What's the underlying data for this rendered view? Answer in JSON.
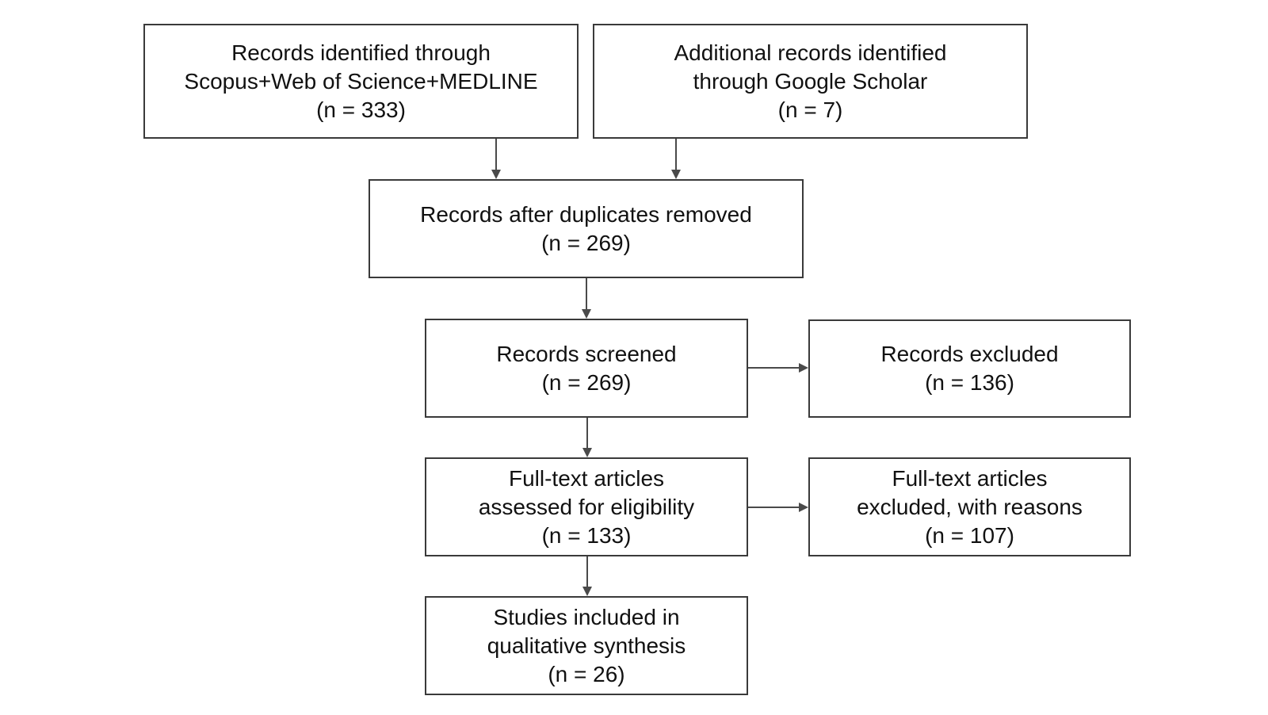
{
  "boxes": {
    "identified_db": {
      "line1": "Records identified through",
      "line2": "Scopus+Web of Science+MEDLINE",
      "line3": "(n = 333)"
    },
    "identified_scholar": {
      "line1": "Additional records identified",
      "line2": "through Google Scholar",
      "line3": "(n = 7)"
    },
    "dedup": {
      "line1": "Records after duplicates removed",
      "line2": "(n = 269)"
    },
    "screened": {
      "line1": "Records screened",
      "line2": "(n = 269)"
    },
    "excluded": {
      "line1": "Records excluded",
      "line2": "(n = 136)"
    },
    "fulltext": {
      "line1": "Full-text articles",
      "line2": "assessed for eligibility",
      "line3": "(n = 133)"
    },
    "fulltext_excluded": {
      "line1": "Full-text articles",
      "line2": "excluded, with reasons",
      "line3": "(n = 107)"
    },
    "included": {
      "line1": "Studies included in",
      "line2": "qualitative synthesis",
      "line3": "(n = 26)"
    }
  },
  "colors": {
    "border": "#3a3a3a",
    "arrow": "#4a4a4a",
    "text": "#111111",
    "background": "#ffffff"
  }
}
